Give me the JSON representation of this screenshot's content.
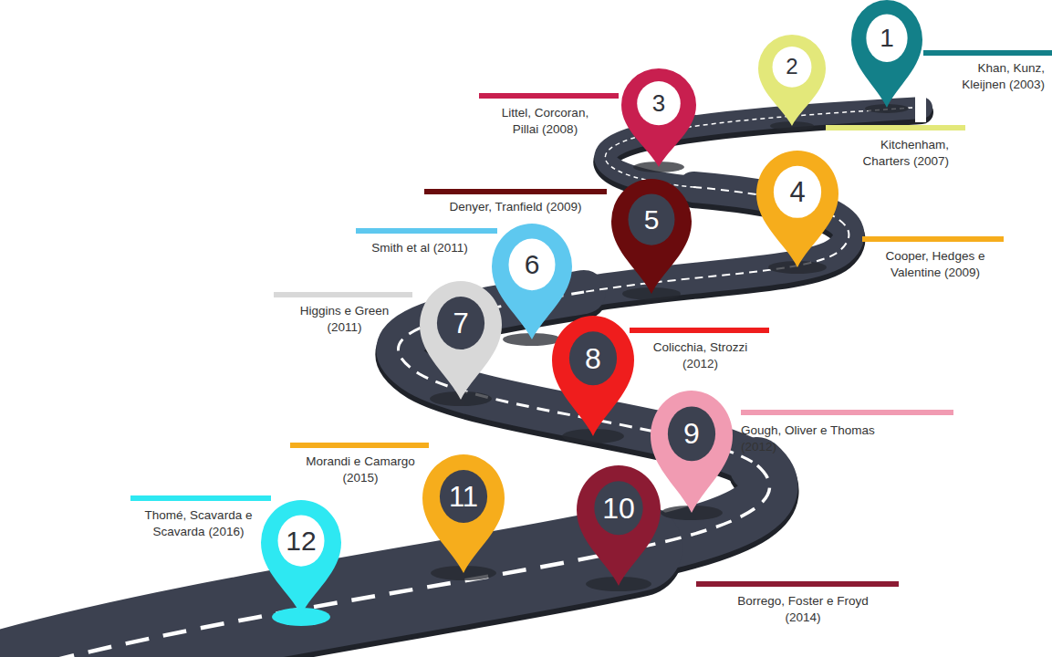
{
  "diagram": {
    "nodes": [
      {
        "text": [
          "1"
        ]
      },
      {
        "text": [
          "2"
        ]
      },
      {
        "text": [
          "3"
        ]
      },
      {
        "text": [
          "4"
        ]
      },
      {
        "text": [
          "5"
        ]
      },
      {
        "text": [
          "6"
        ]
      },
      {
        "text": [
          "7"
        ]
      },
      {
        "text": [
          "8"
        ]
      },
      {
        "text": [
          "9"
        ]
      },
      {
        "text": [
          "10"
        ]
      },
      {
        "text": [
          "11"
        ]
      },
      {
        "text": [
          "12"
        ]
      }
    ],
    "labels": [
      "Khan, Kunz, Kleijnen (2003)",
      "Kitchenham, Charters (2007)",
      "Littel, Corcoran, Pillai (2008)",
      "Cooper, Hedges e Valentine (2009)",
      "Denyer, Tranfield (2009)",
      "Smith et al (2011)",
      "Higgins e Green (2011)",
      "Colicchia, Strozzi (2012)",
      "Gough, Oliver e Thomas (2012)",
      "Borrego, Foster e Froyd (2014)",
      "Morandi e Camargo (2015)",
      "Thomé, Scavarda e Scavarda (2016)"
    ]
  }
}
